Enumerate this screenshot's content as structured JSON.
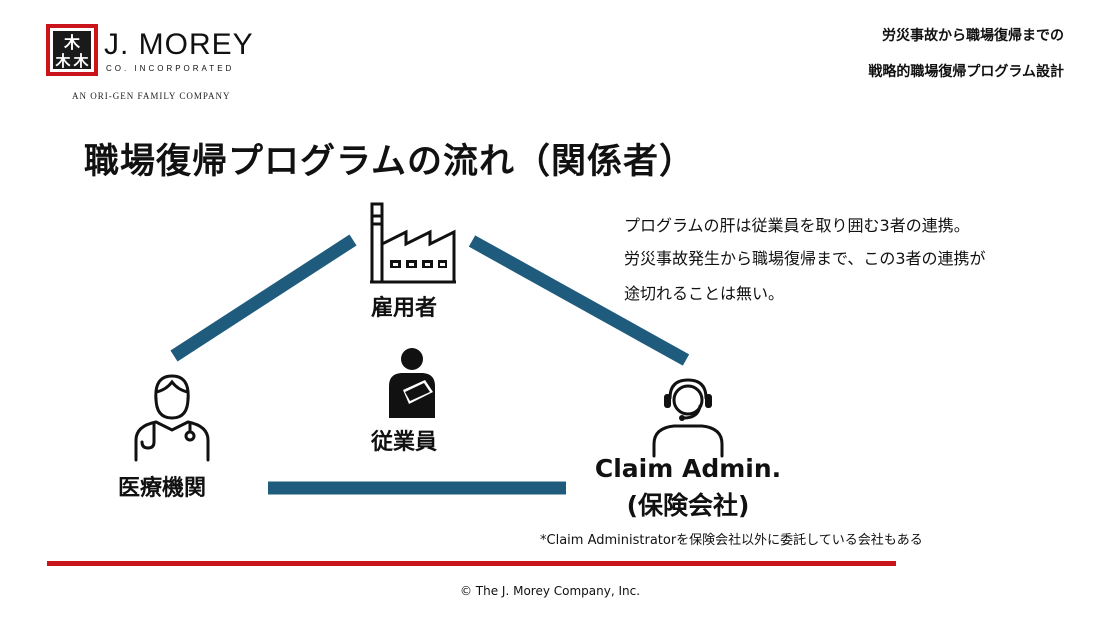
{
  "logo": {
    "company_name": "J. MOREY",
    "subtitle": "CO. INCORPORATED",
    "tagline": "AN ORI-GEN FAMILY COMPANY"
  },
  "header": {
    "line1": "労災事故から職場復帰までの",
    "line2": "戦略的職場復帰プログラム設計"
  },
  "title": "職場復帰プログラムの流れ（関係者）",
  "description": [
    "プログラムの肝は従業員を取り囲む3者の連携。",
    "労災事故発生から職場復帰まで、この3者の連携が",
    "途切れることは無い。"
  ],
  "roles": {
    "employer": "雇用者",
    "employee": "従業員",
    "medical": "医療機関",
    "claim_line1": "Claim Admin.",
    "claim_line2": "(保険会社)"
  },
  "footnote": "*Claim Administratorを保険会社以外に委託している会社もある",
  "copyright": "© The J. Morey Company, Inc.",
  "colors": {
    "connector": "#1f5b7d",
    "rule": "#c8141a",
    "logo_red": "#c8141a"
  }
}
